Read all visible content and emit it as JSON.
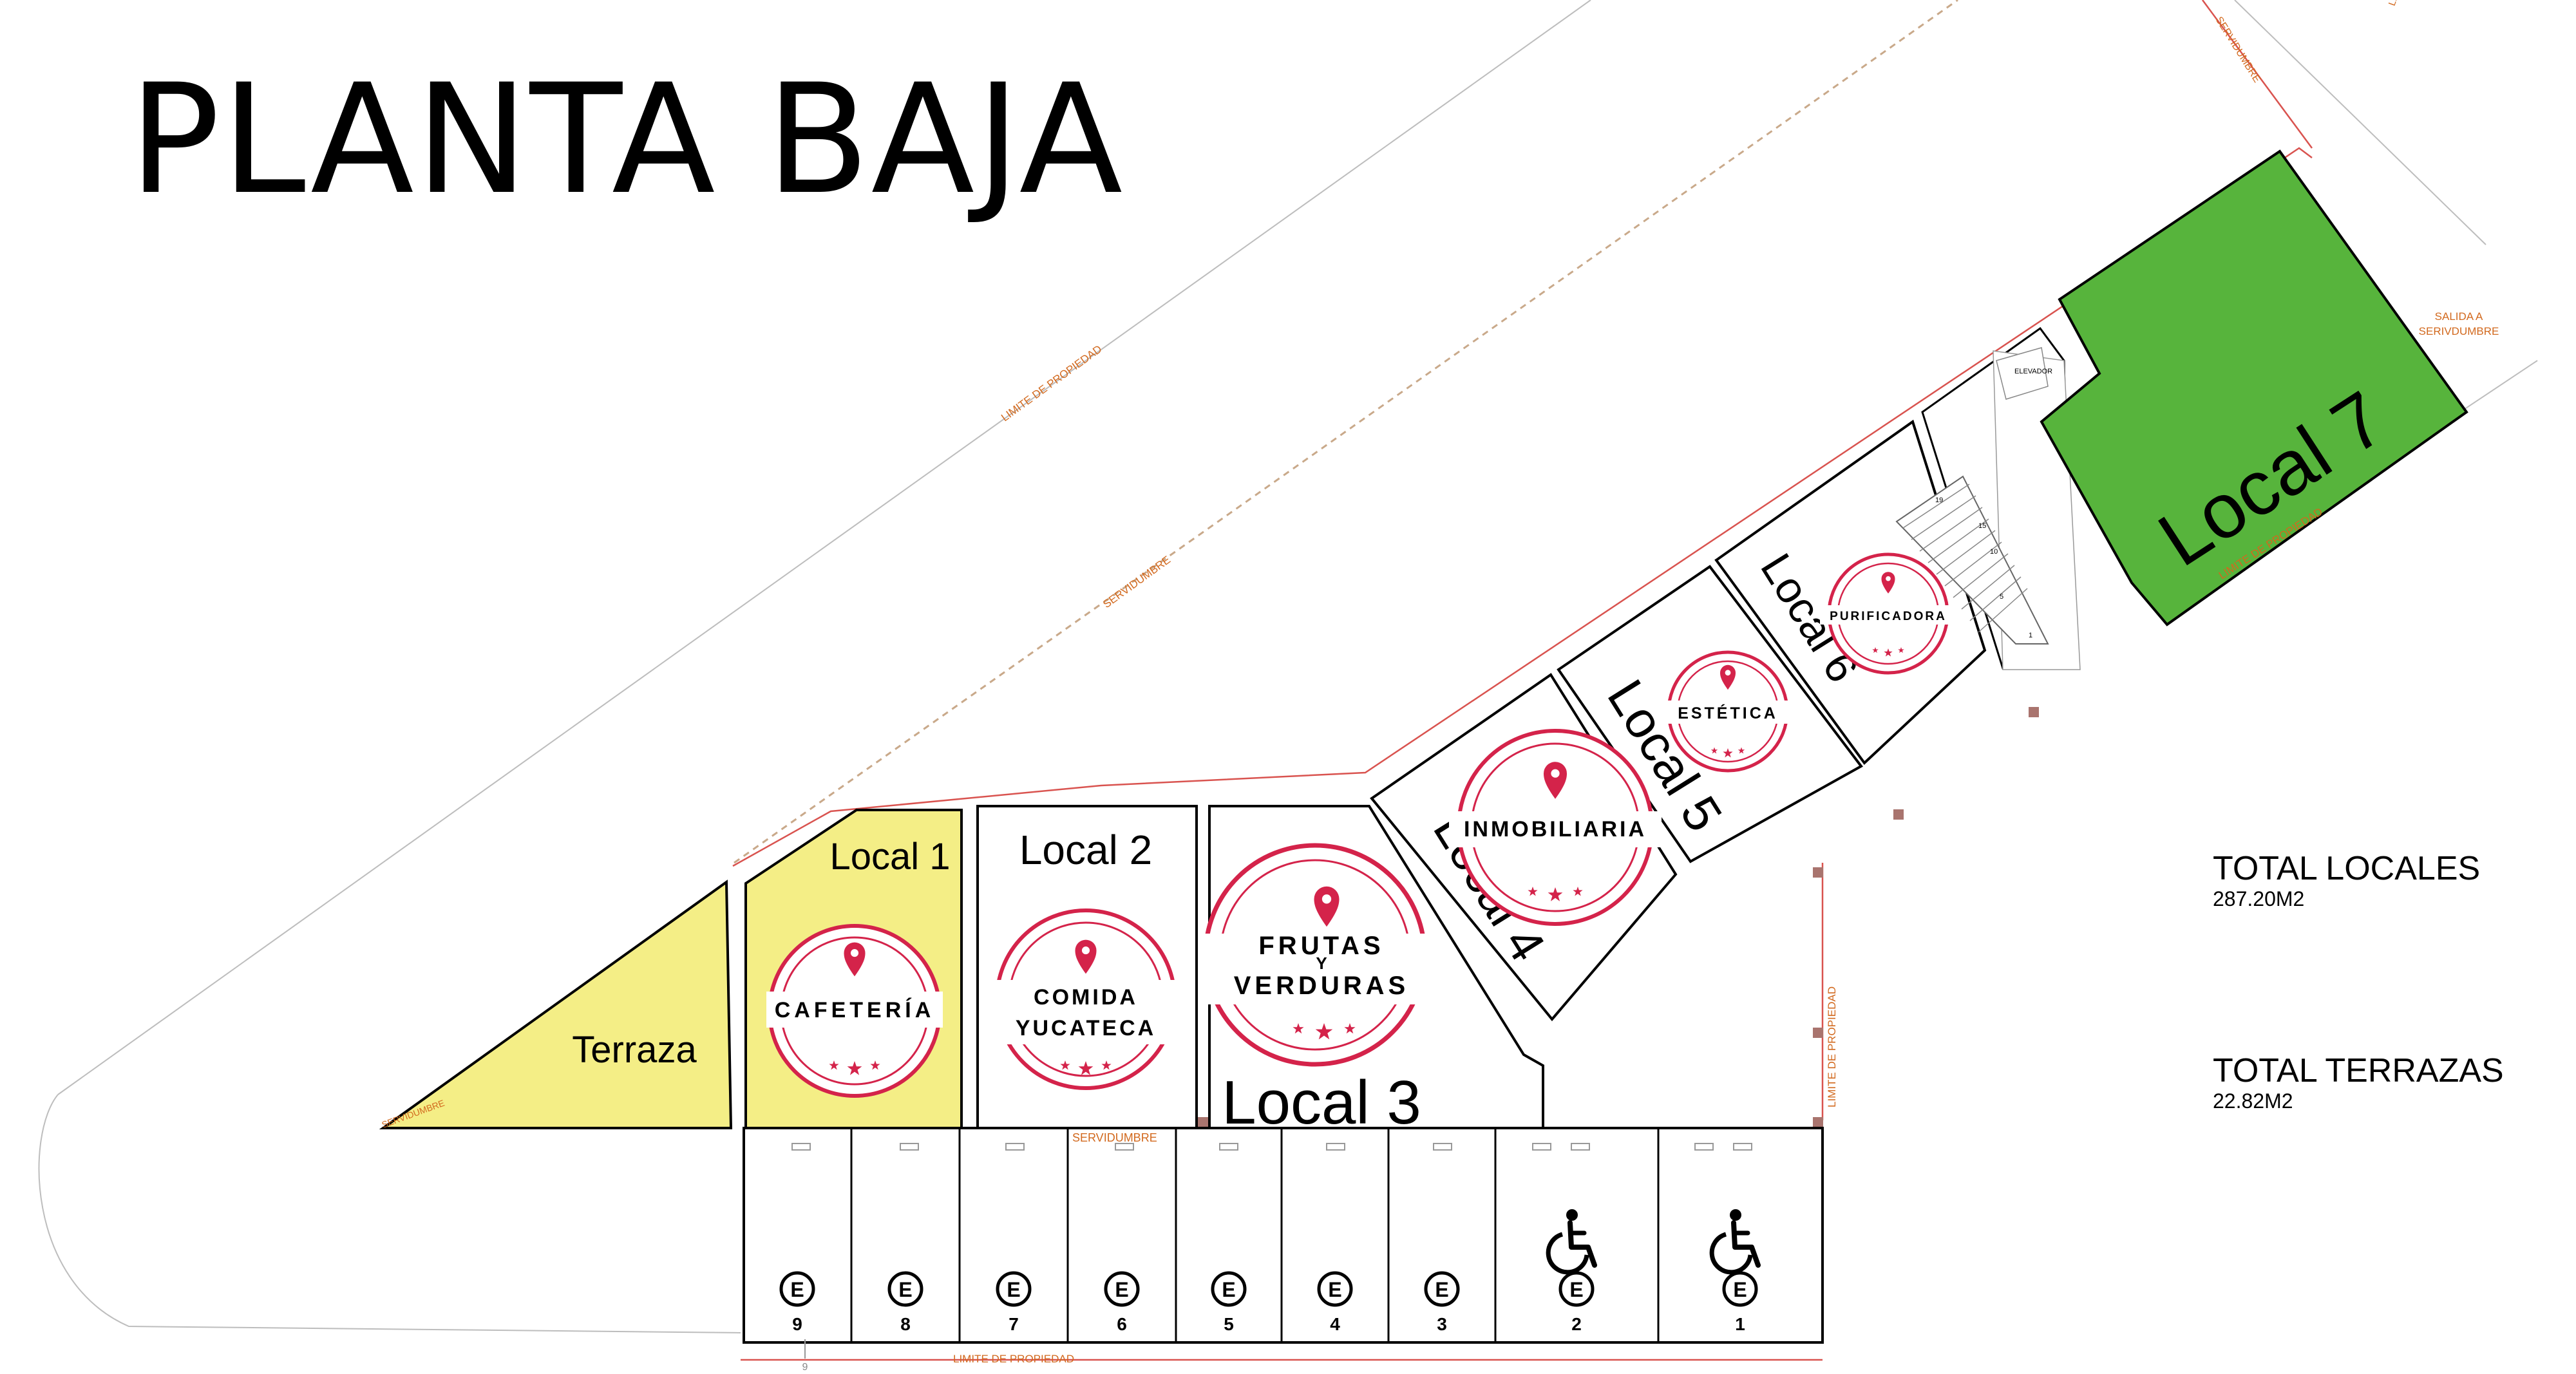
{
  "page_title": "PLANTA BAJA",
  "totals": {
    "locales_label": "TOTAL LOCALES",
    "locales_value": "287.20M2",
    "terrazas_label": "TOTAL TERRAZAS",
    "terrazas_value": "22.82M2"
  },
  "units": {
    "terraza": "Terraza",
    "local1": "Local 1",
    "local2": "Local 2",
    "local3": "Local 3",
    "local4": "Local 4",
    "local5": "Local 5",
    "local6": "Local 6",
    "local7": "Local 7"
  },
  "badges": {
    "cafeteria": "CAFETERÍA",
    "comida_1": "COMIDA",
    "comida_2": "YUCATECA",
    "frutas_1": "FRUTAS",
    "frutas_y": "Y",
    "frutas_2": "VERDURAS",
    "inmobiliaria": "INMOBILIARIA",
    "estetica": "ESTÉTICA",
    "purificadora": "PURIFICADORA"
  },
  "annotations": {
    "limite_de_propiedad": "LIMITE DE PROPIEDAD",
    "servidumbre": "SERVIDUMBRE",
    "salida_1": "SALIDA A",
    "salida_2": "SERIVDUMBRE",
    "elevador": "ELEVADOR"
  },
  "stairs": {
    "steps": [
      "19",
      "15",
      "10",
      "5",
      "1"
    ]
  },
  "parking": {
    "marker": "E",
    "spaces": [
      "9",
      "8",
      "7",
      "6",
      "5",
      "4",
      "3",
      "2",
      "1"
    ],
    "accessible_spaces": [
      "2",
      "1"
    ],
    "extra_mark": "9"
  },
  "colors": {
    "yellow_area": "#f4ee86",
    "green_area": "#57b43c",
    "badge_red": "#d4234a",
    "property_line": "#d9534f",
    "label_orange": "#d2691e"
  }
}
